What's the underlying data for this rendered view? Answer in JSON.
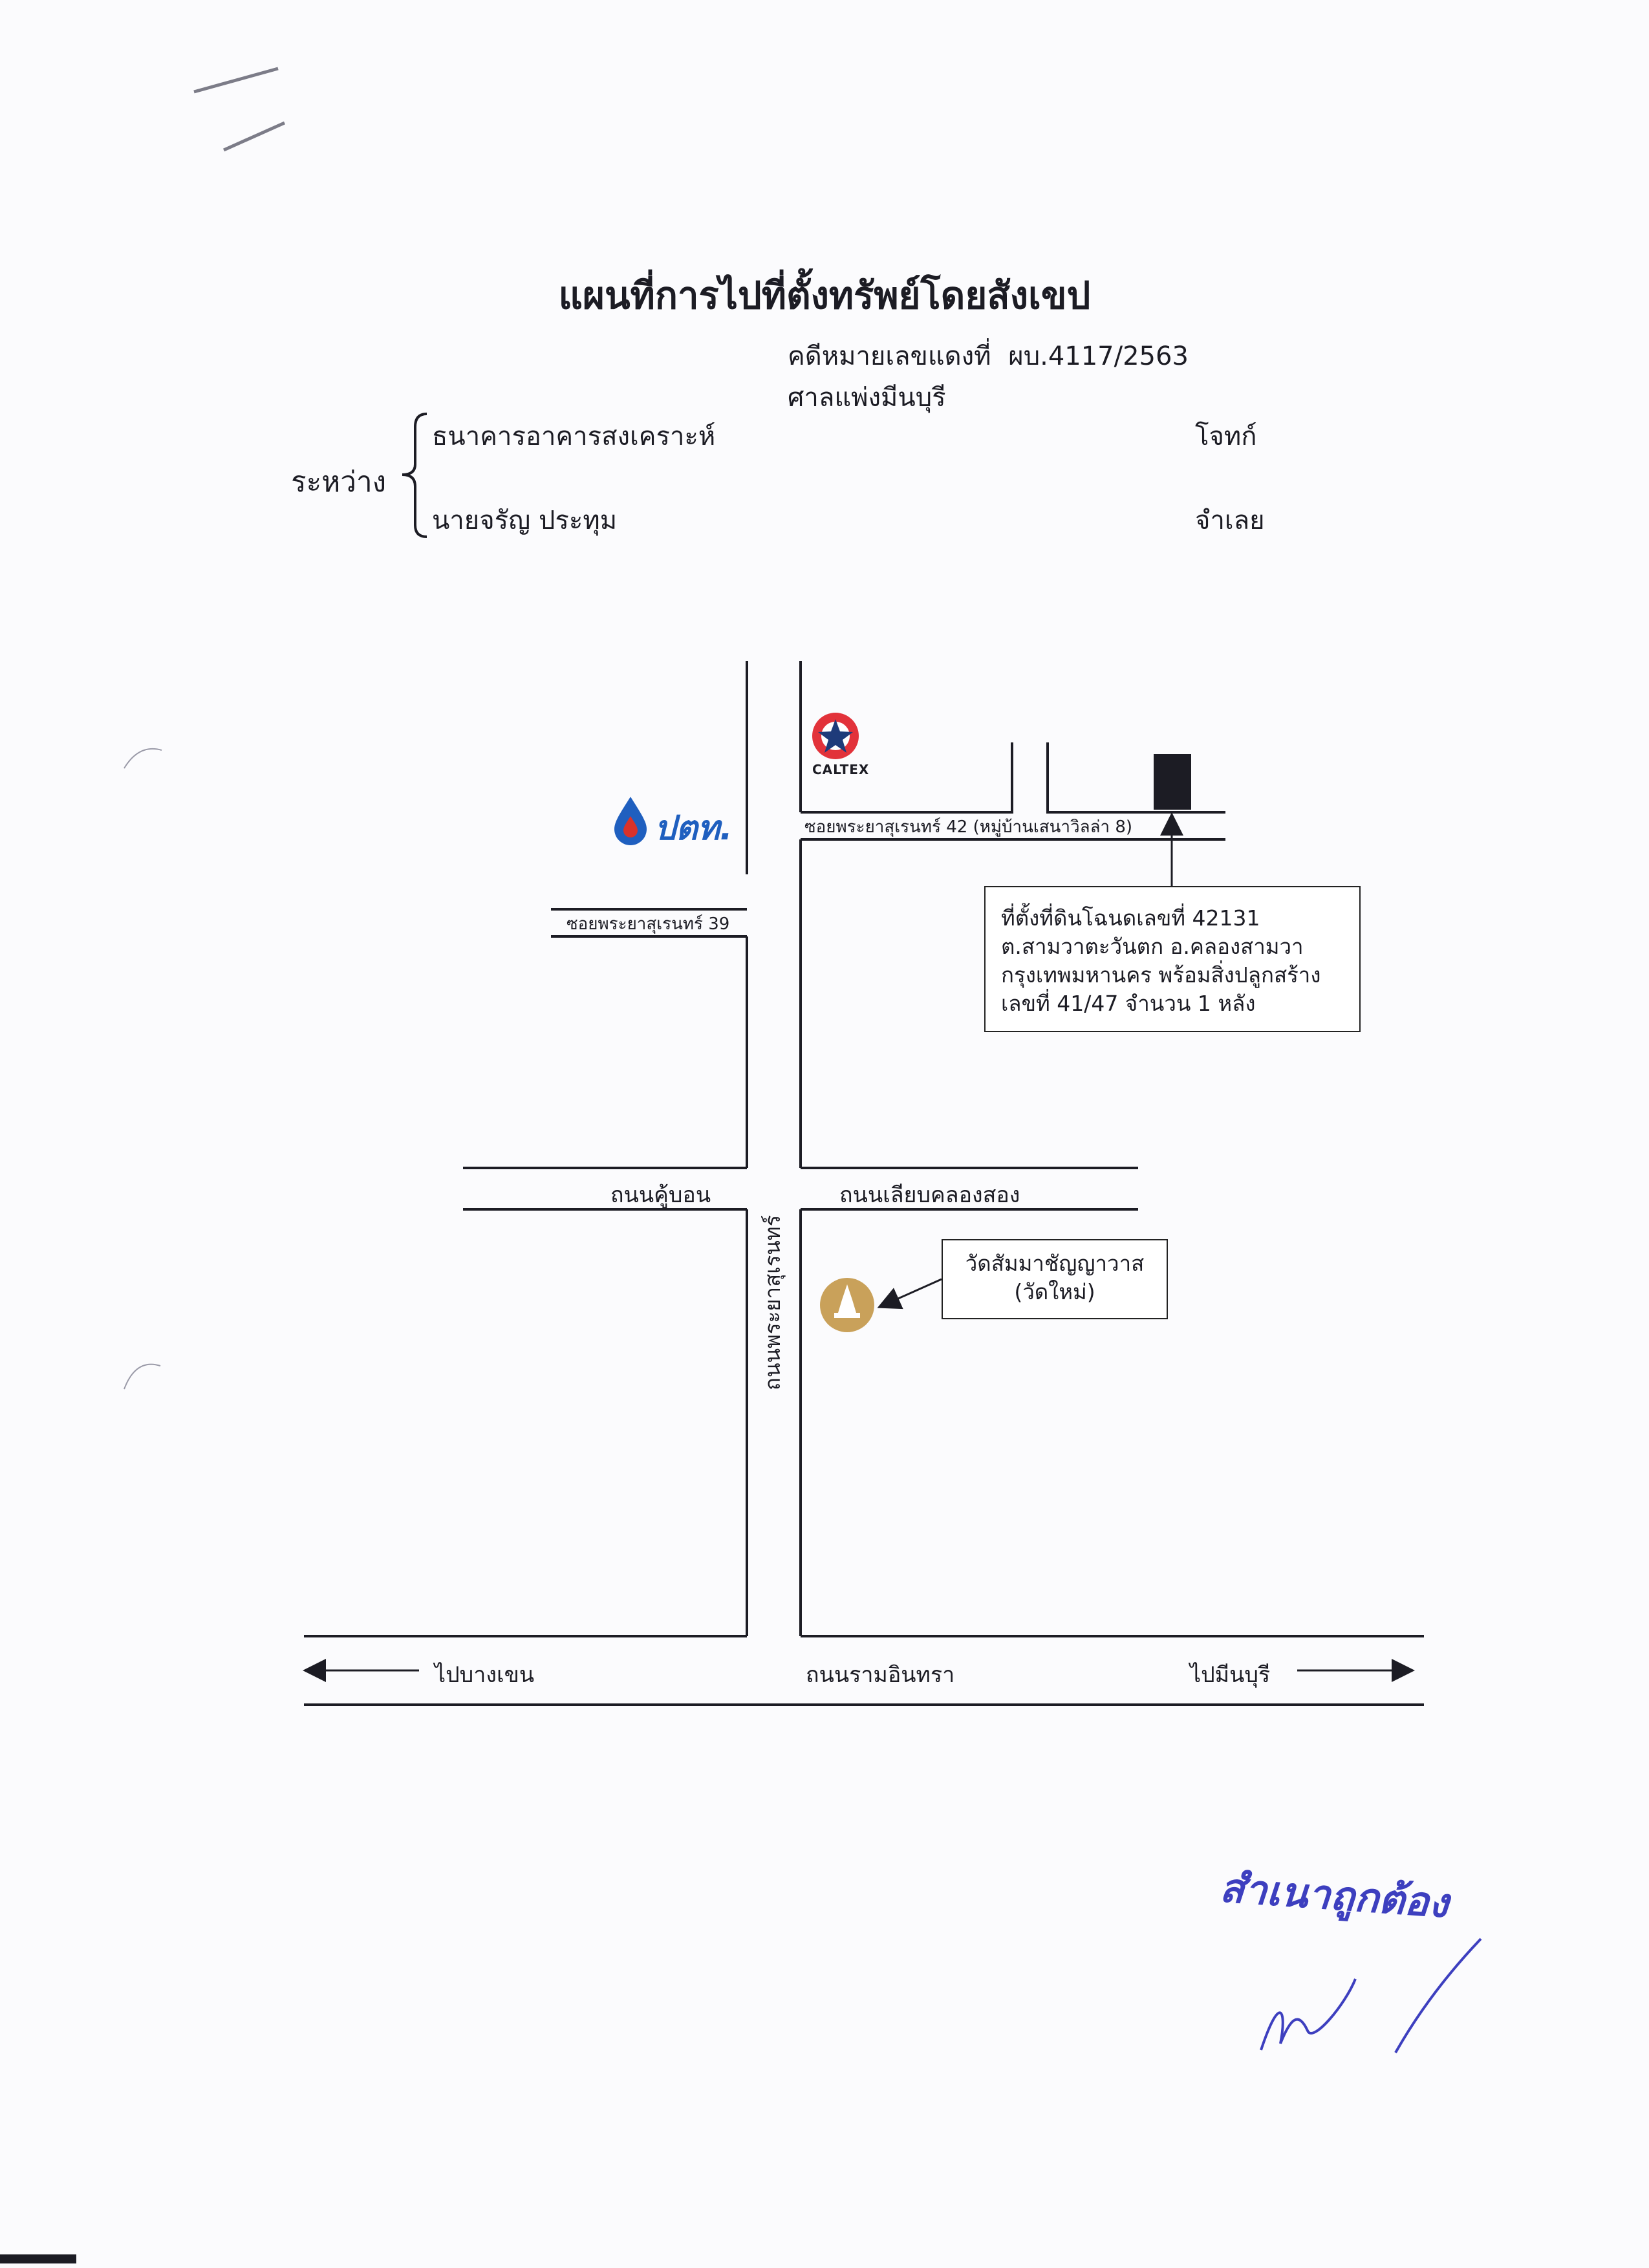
{
  "document": {
    "title": "แผนที่การไปที่ตั้งทรัพย์โดยสังเขป",
    "case_number_label": "คดีหมายเลขแดงที่",
    "case_number": "ผบ.4117/2563",
    "court": "ศาลแพ่งมีนบุรี",
    "between_label": "ระหว่าง",
    "plaintiff": {
      "name": "ธนาคารอาคารสงเคราะห์",
      "role": "โจทก์"
    },
    "defendant": {
      "name": "นายจรัญ ประทุม",
      "role": "จำเลย"
    }
  },
  "map": {
    "roads": {
      "soi_42": "ซอยพระยาสุเรนทร์ 42 (หมู่บ้านเสนาวิลล่า 8)",
      "soi_39": "ซอยพระยาสุเรนทร์ 39",
      "khu_bon": "ถนนคู้บอน",
      "liap_khlong_song": "ถนนเลียบคลองสอง",
      "phraya_suren": "ถนนพระยาสุเรนทร์",
      "ram_inthra": "ถนนรามอินทรา",
      "to_bang_khen": "ไปบางเขน",
      "to_min_buri": "ไปมีนบุรี"
    },
    "landmarks": {
      "caltex": "CALTEX",
      "ptt": "ปตท.",
      "temple_name": "วัดสัมมาชัญญาวาส",
      "temple_alt": "(วัดใหม่)"
    },
    "property_box": {
      "line1": "ที่ตั้งที่ดินโฉนดเลขที่ 42131",
      "line2": "ต.สามวาตะวันตก อ.คลองสามวา",
      "line3": "กรุงเทพมหานคร พร้อมสิ่งปลูกสร้าง",
      "line4": "เลขที่ 41/47 จำนวน 1 หลัง"
    },
    "colors": {
      "ptt_blue": "#1f5fbf",
      "ptt_red": "#d9322b",
      "caltex_red": "#e2323a",
      "temple_gold": "#c9a15a",
      "ink": "#1c1c24"
    }
  },
  "certification": {
    "stamp_text": "สำเนาถูกต้อง"
  }
}
